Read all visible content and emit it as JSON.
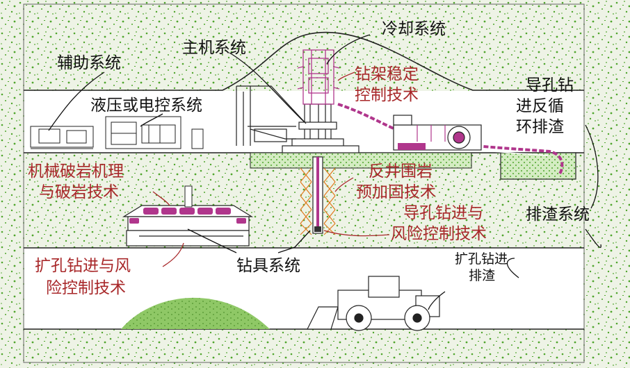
{
  "colors": {
    "ground_fill": "#eef3e6",
    "speckle": "#4fa52c",
    "line": "#222222",
    "red_text": "#a8282a",
    "machine_magenta": "#b0368c",
    "reinforce_orange": "#e07a1e",
    "pile_green": "#7cbd52"
  },
  "labels": {
    "cooling": "冷却系统",
    "main_unit": "主机系统",
    "auxiliary": "辅助系统",
    "hydraulic": "液压或电控系统",
    "pilot_hole_line1": "导孔钻",
    "pilot_hole_line2": "进反循",
    "pilot_hole_line3": "环排渣",
    "slag_system": "排渣系统",
    "drill_tool_system": "钻具系统",
    "reaming_slag_line1": "扩孔钻进",
    "reaming_slag_line2": "排渣"
  },
  "tech_labels": {
    "frame_line1": "钻架稳定",
    "frame_line2": "控制技术",
    "rock_break_line1": "机械破岩机理",
    "rock_break_line2": "与破岩技术",
    "reinforce_line1": "反井围岩",
    "reinforce_line2": "预加固技术",
    "pilot_risk_line1": "导孔钻进与",
    "pilot_risk_line2": "风险控制技术",
    "ream_risk_line1": "扩孔钻进与风",
    "ream_risk_line2": "险控制技术"
  }
}
